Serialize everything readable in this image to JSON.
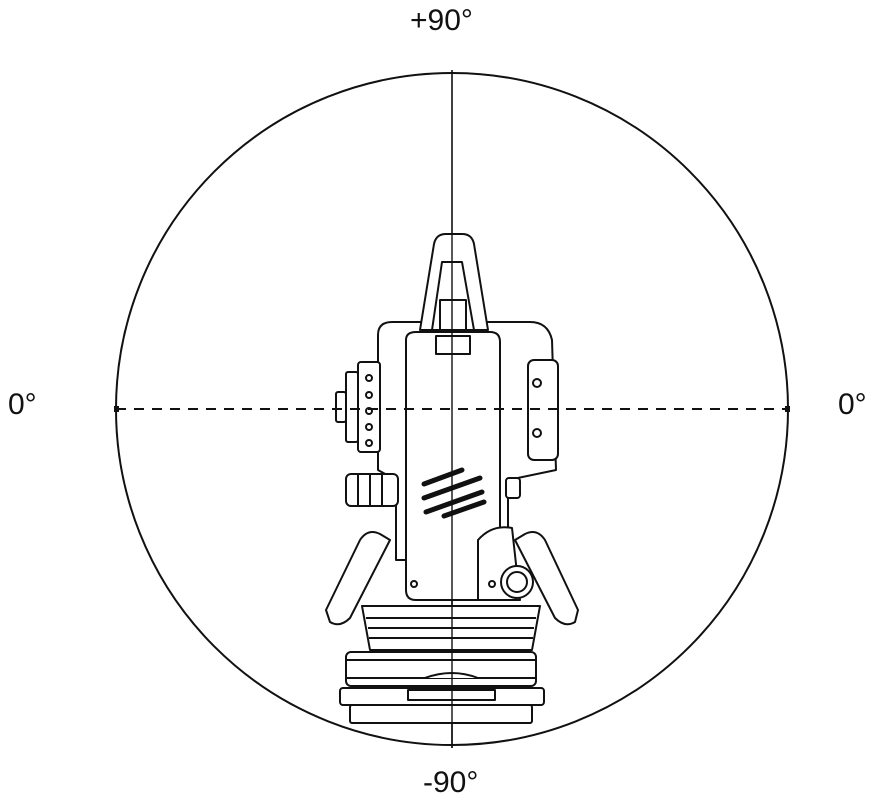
{
  "labels": {
    "top": "+90°",
    "bottom": "-90°",
    "left": "0°",
    "right": "0°"
  },
  "icons": {
    "instrument": "total-station-icon"
  },
  "colors": {
    "line": "#111111",
    "background": "#ffffff"
  }
}
